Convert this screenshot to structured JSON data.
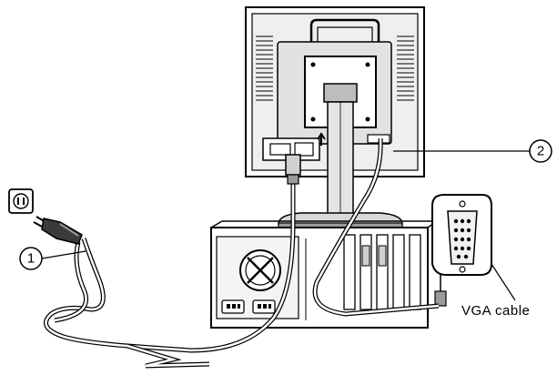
{
  "callouts": {
    "power_cord_number": "1",
    "vga_connection_number": "2"
  },
  "labels": {
    "vga_cable": "VGA  cable"
  },
  "icons": {
    "wall_outlet": "outlet-icon",
    "power_plug": "plug-icon",
    "vga_connector": "vga-connector-icon"
  },
  "colors": {
    "line": "#000000",
    "dark_fill": "#3a3a3a",
    "mid_fill": "#9a9a9a",
    "light_fill": "#d6d6d6"
  }
}
